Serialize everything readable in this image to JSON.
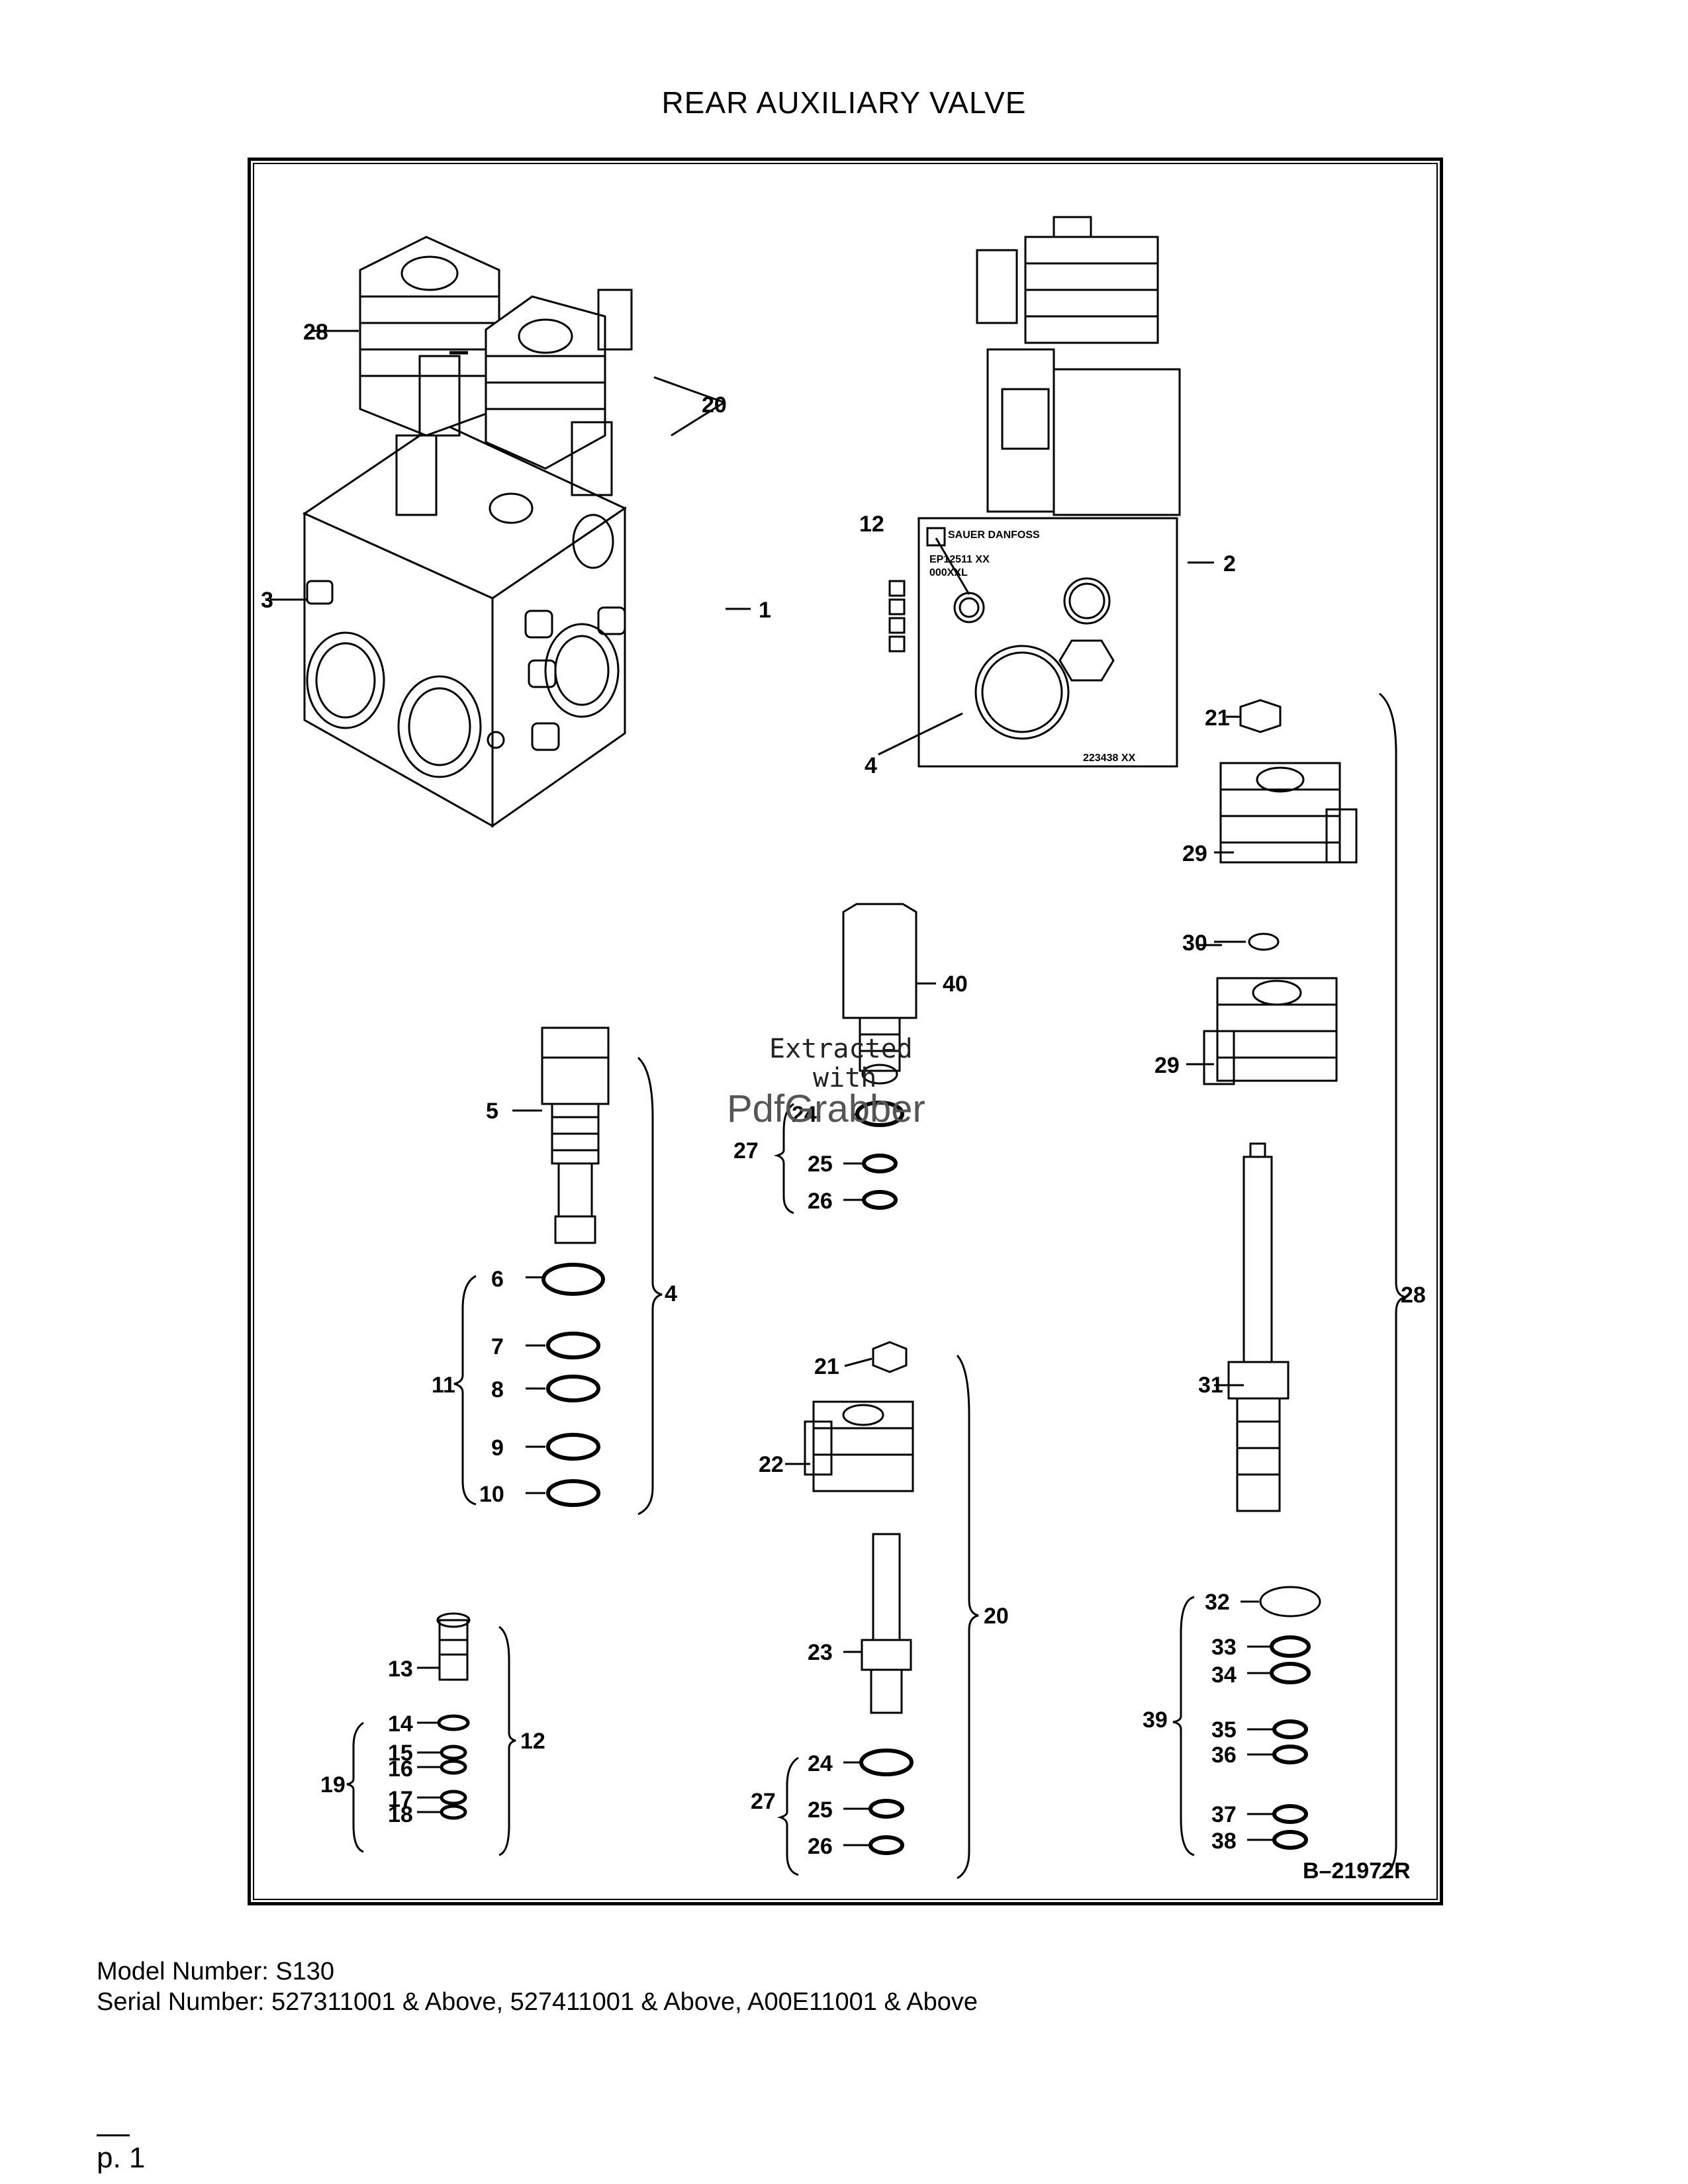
{
  "page_title": "REAR AUXILIARY VALVE",
  "figure_code": "B–21972R",
  "callouts": {
    "c1": "1",
    "c2": "2",
    "c3": "3",
    "c4a": "4",
    "c4b": "4",
    "c5": "5",
    "c6": "6",
    "c7": "7",
    "c8": "8",
    "c9": "9",
    "c10": "10",
    "c11": "11",
    "c12a": "12",
    "c12b": "12",
    "c13": "13",
    "c14": "14",
    "c15": "15",
    "c16": "16",
    "c17": "17",
    "c18": "18",
    "c19": "19",
    "c20a": "20",
    "c20b": "20",
    "c21a": "21",
    "c21b": "21",
    "c22": "22",
    "c23": "23",
    "c24a": "24",
    "c24b": "24",
    "c25a": "25",
    "c25b": "25",
    "c26a": "26",
    "c26b": "26",
    "c27a": "27",
    "c27b": "27",
    "c28a": "28",
    "c28b": "28",
    "c29a": "29",
    "c29b": "29",
    "c30": "30",
    "c31": "31",
    "c32": "32",
    "c33": "33",
    "c34": "34",
    "c35": "35",
    "c36": "36",
    "c37": "37",
    "c38": "38",
    "c39": "39",
    "c40": "40"
  },
  "plate_text": {
    "brand": "SAUER DANFOSS",
    "part_code": "EP12511 XX",
    "serial_code": "000XXL",
    "bottom_code": "223438 XX"
  },
  "watermark": {
    "line1": "Extracted",
    "line2": "with",
    "line3": "PdfGrabber"
  },
  "footer": {
    "model": "Model Number: S130",
    "serial": "Serial Number: 527311001 & Above, 527411001 & Above, A00E11001 & Above",
    "page": "p. 1"
  }
}
